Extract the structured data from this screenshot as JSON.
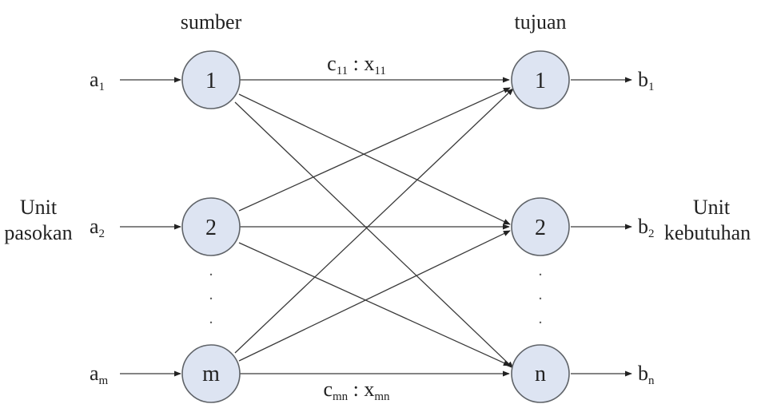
{
  "headers": {
    "source": "sumber",
    "destination": "tujuan"
  },
  "sources": [
    {
      "node": "1",
      "supply": "a",
      "supply_sub": "1"
    },
    {
      "node": "2",
      "supply": "a",
      "supply_sub": "2"
    },
    {
      "node": "m",
      "supply": "a",
      "supply_sub": "m"
    }
  ],
  "destinations": [
    {
      "node": "1",
      "demand": "b",
      "demand_sub": "1"
    },
    {
      "node": "2",
      "demand": "b",
      "demand_sub": "2"
    },
    {
      "node": "n",
      "demand": "b",
      "demand_sub": "n"
    }
  ],
  "left_side_label": {
    "line1": "Unit",
    "line2": "pasokan"
  },
  "right_side_label": {
    "line1": "Unit",
    "line2": "kebutuhan"
  },
  "edge_labels": {
    "top": {
      "cost": "c",
      "cost_sub": "11",
      "sep": " : ",
      "qty": "x",
      "qty_sub": "11"
    },
    "bottom": {
      "cost": "c",
      "cost_sub": "mn",
      "sep": " : ",
      "qty": "x",
      "qty_sub": "mn"
    }
  },
  "ellipsis": "."
}
